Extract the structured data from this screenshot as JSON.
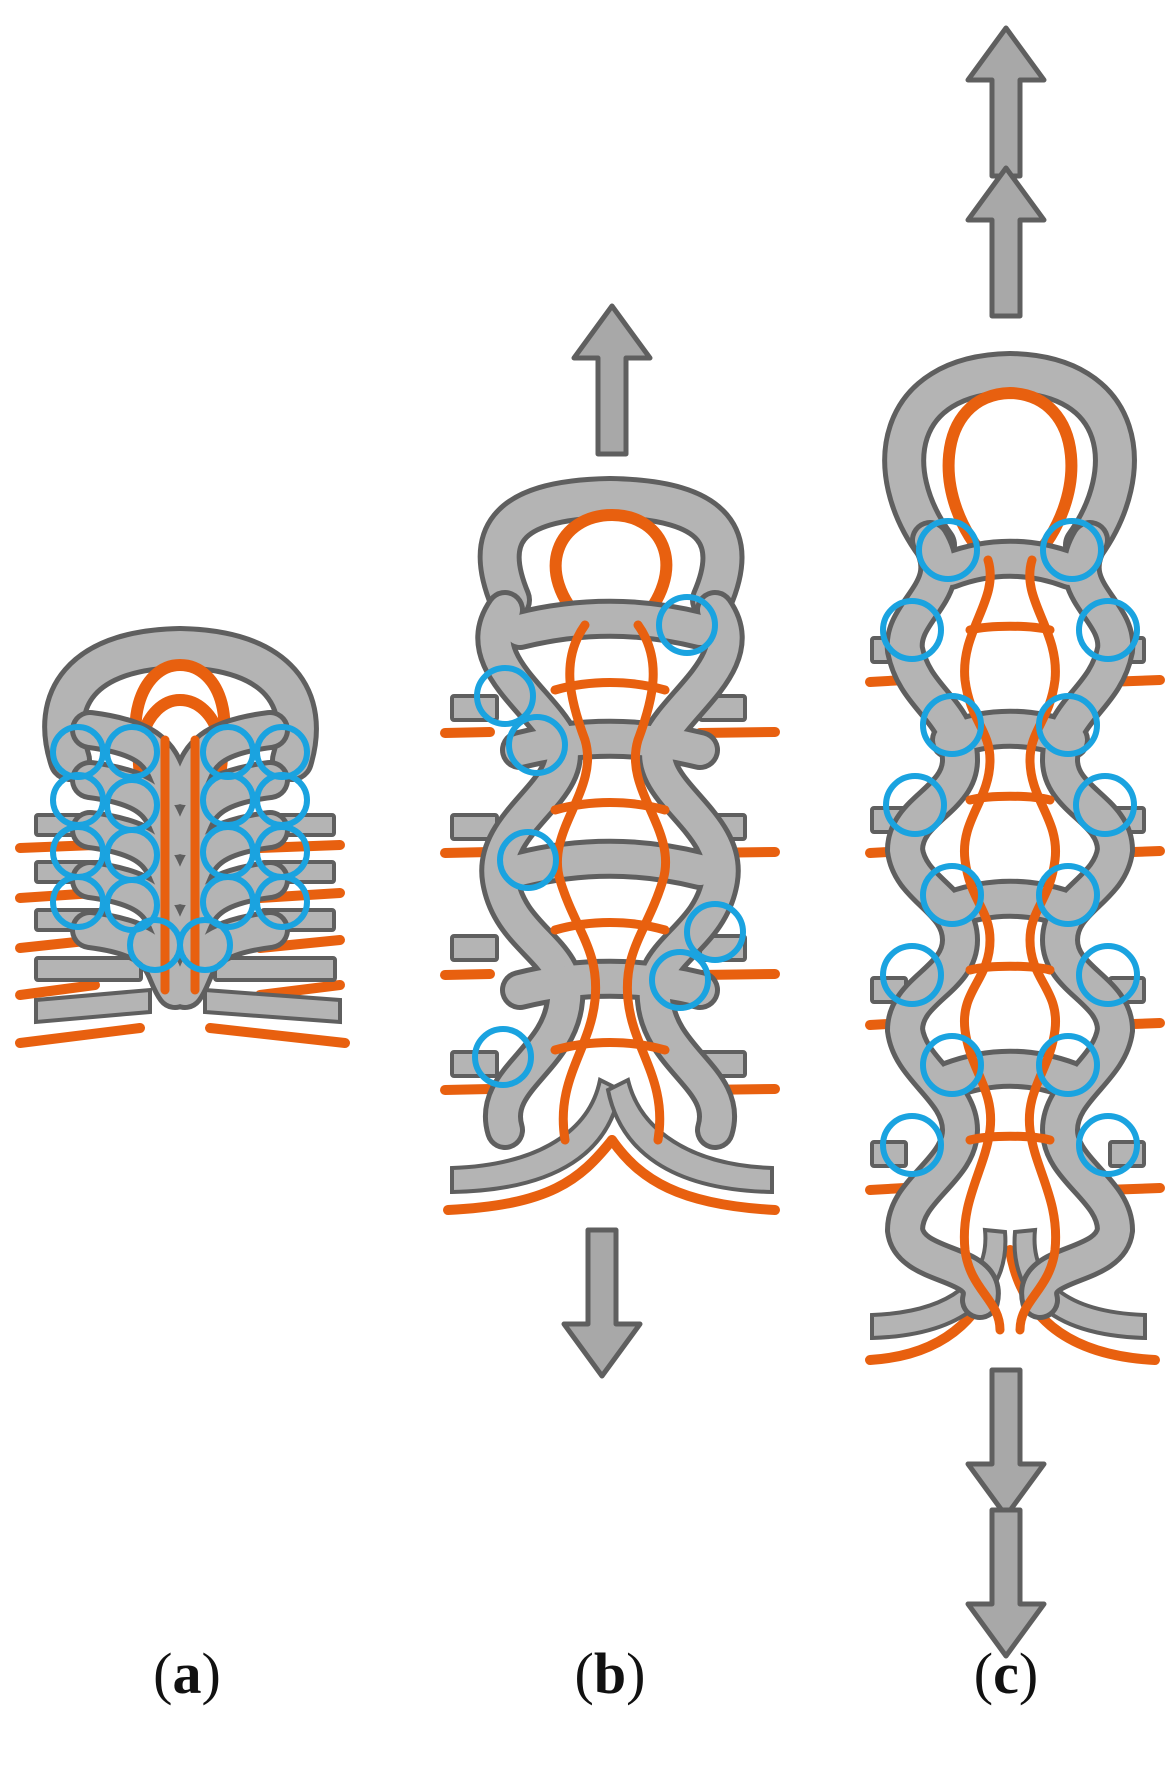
{
  "labels": {
    "a": "a",
    "b": "b",
    "c": "c"
  },
  "colors": {
    "yarn_fill": "#b4b4b4",
    "yarn_outline": "#5f5f5f",
    "inner_yarn": "#e8600f",
    "contact_marker": "#1aa3e0",
    "arrow_fill": "#a8a8a8"
  },
  "icons": {
    "arrow_up": "arrow-up-icon",
    "arrow_down": "arrow-down-icon",
    "contact": "circle-icon"
  }
}
